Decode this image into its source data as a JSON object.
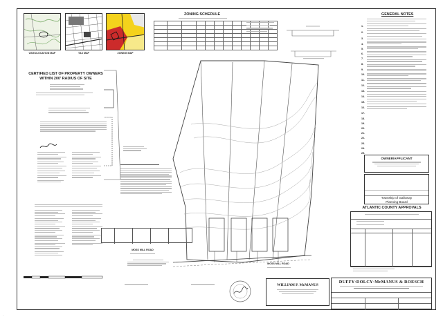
{
  "maps": {
    "usgs_label": "USGS/LOCATION MAP",
    "tax_label": "TAX MAP",
    "zoning_label": "ZONING MAP"
  },
  "zoning_schedule": {
    "title": "ZONING SCHEDULE"
  },
  "certified_list": {
    "title_line1": "CERTIFIED LIST OF PROPERTY OWNERS",
    "title_line2": "WITHIN 200' RADIUS OF SITE"
  },
  "general_notes": {
    "title": "GENERAL NOTES",
    "numbers": [
      "1.",
      "2.",
      "3.",
      "4.",
      "5.",
      "6.",
      "7.",
      "8.",
      "9.",
      "10.",
      "11.",
      "12.",
      "13.",
      "14.",
      "15.",
      "16.",
      "17.",
      "18.",
      "19.",
      "20.",
      "21.",
      "22.",
      "23.",
      "24.",
      "25."
    ]
  },
  "owner": {
    "title": "OWNER/APPLICANT"
  },
  "township": {
    "line1": "Township of Galloway",
    "line2": "Planning Board"
  },
  "county": {
    "title": "ATLANTIC COUNTY APPROVALS"
  },
  "plan": {
    "road_bottom_left": "MOSS MILL ROAD",
    "road_bottom_main": "MOSS MILL ROAD"
  },
  "engineer": {
    "name": "WILLIAM P. McMANUS"
  },
  "firm": {
    "name": "DUFFY·DOLCY·McMANUS & ROESCH"
  },
  "colors": {
    "ink": "#222222",
    "light_ink": "#999999",
    "zoning_red": "#cc2b2b",
    "zoning_yellow": "#f4d21c",
    "map_green": "#c9dcb3"
  }
}
